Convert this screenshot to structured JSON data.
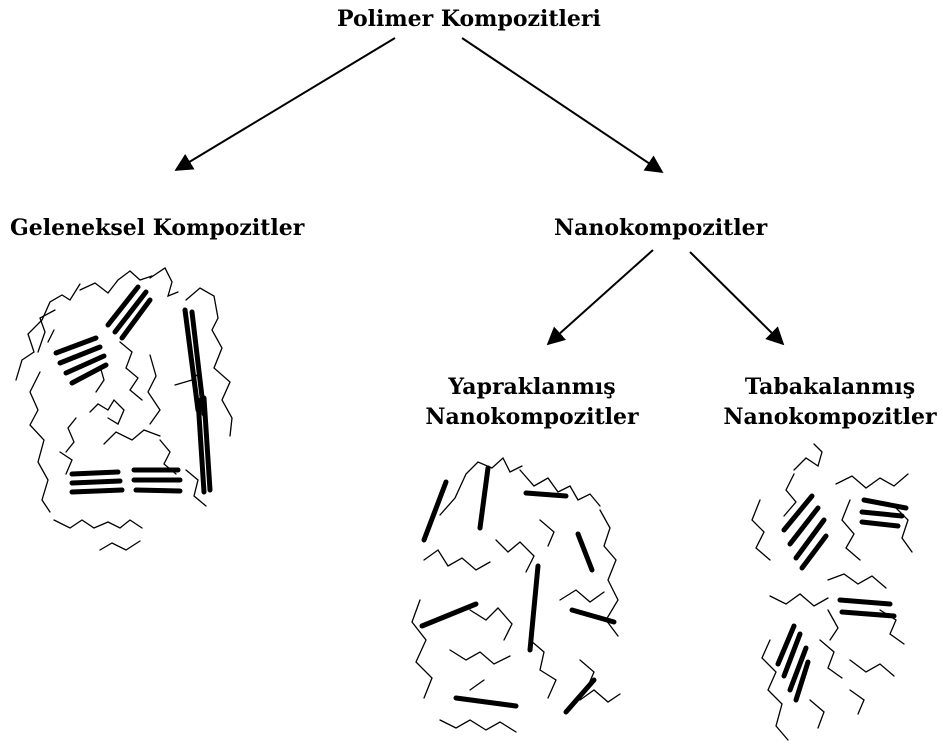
{
  "root": {
    "label": "Polimer Kompozitleri"
  },
  "conventional": {
    "label": "Geleneksel Kompozitler"
  },
  "nano": {
    "label": "Nanokompozitler",
    "exfoliated": {
      "line1": "Yapraklanmış",
      "line2": "Nanokompozitler"
    },
    "intercalated": {
      "line1": "Tabakalanmış",
      "line2": "Nanokompozitler"
    }
  },
  "colors": {
    "ink": "#000000",
    "background": "#ffffff"
  }
}
